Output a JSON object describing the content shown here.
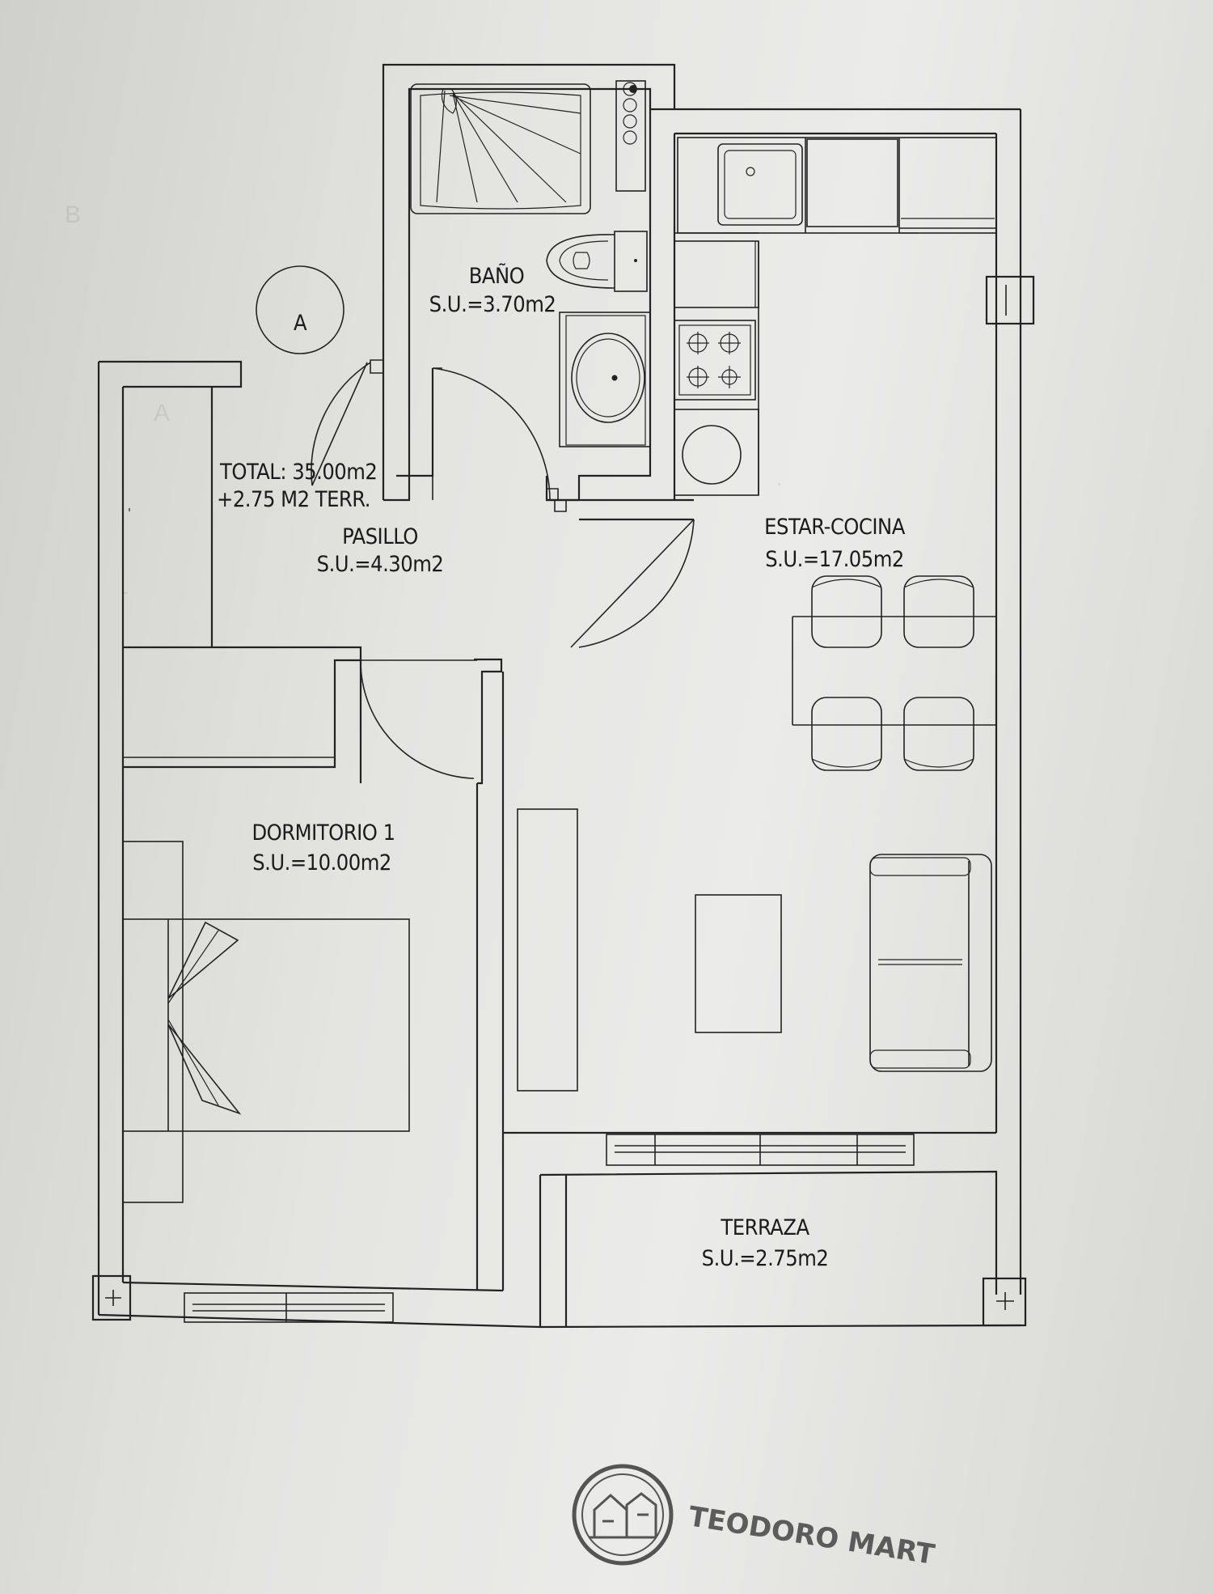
{
  "plan": {
    "marker": "A",
    "total": {
      "line1": "TOTAL: 35.00m2",
      "line2": "+2.75 M2 TERR."
    },
    "rooms": {
      "bano": {
        "name": "BAÑO",
        "area": "S.U.=3.70m2"
      },
      "pasillo": {
        "name": "PASILLO",
        "area": "S.U.=4.30m2"
      },
      "estar": {
        "name": "ESTAR-COCINA",
        "area": "S.U.=17.05m2"
      },
      "dormitorio": {
        "name": "DORMITORIO 1",
        "area": "S.U.=10.00m2"
      },
      "terraza": {
        "name": "TERRAZA",
        "area": "S.U.=2.75m2"
      }
    }
  },
  "stamp": {
    "text": "TEODORO MART"
  }
}
